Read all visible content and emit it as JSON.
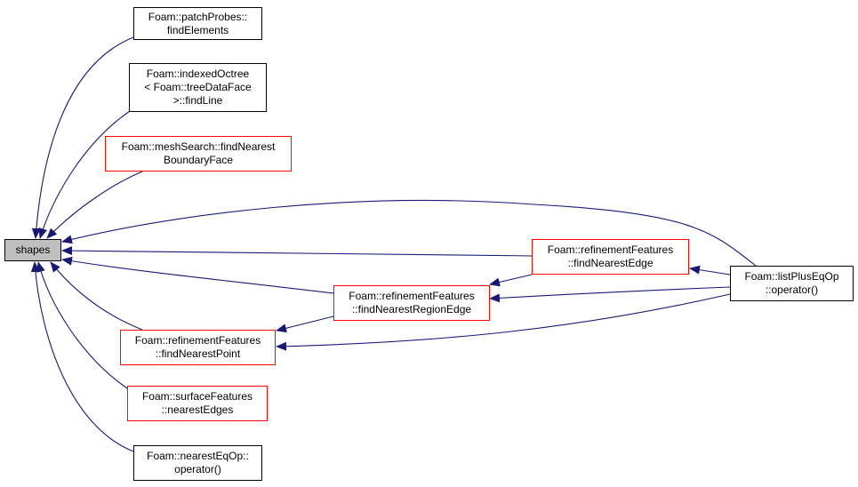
{
  "graph": {
    "edge_color": "#191970",
    "root_fill": "#bfbfbf",
    "nodes": {
      "shapes": {
        "lines": [
          "shapes"
        ]
      },
      "patch_probes": {
        "lines": [
          "Foam::patchProbes::",
          "findElements"
        ]
      },
      "indexed_octree": {
        "lines": [
          "Foam::indexedOctree",
          "< Foam::treeDataFace",
          ">::findLine"
        ]
      },
      "mesh_search": {
        "lines": [
          "Foam::meshSearch::findNearest",
          "BoundaryFace"
        ]
      },
      "find_nearest_edge": {
        "lines": [
          "Foam::refinementFeatures",
          "::findNearestEdge"
        ]
      },
      "find_nearest_region_edge": {
        "lines": [
          "Foam::refinementFeatures",
          "::findNearestRegionEdge"
        ]
      },
      "find_nearest_point": {
        "lines": [
          "Foam::refinementFeatures",
          "::findNearestPoint"
        ]
      },
      "surface_features": {
        "lines": [
          "Foam::surfaceFeatures",
          "::nearestEdges"
        ]
      },
      "nearest_eq_op": {
        "lines": [
          "Foam::nearestEqOp::",
          "operator()"
        ]
      },
      "list_plus_eq_op": {
        "lines": [
          "Foam::listPlusEqOp",
          "::operator()"
        ]
      }
    }
  }
}
